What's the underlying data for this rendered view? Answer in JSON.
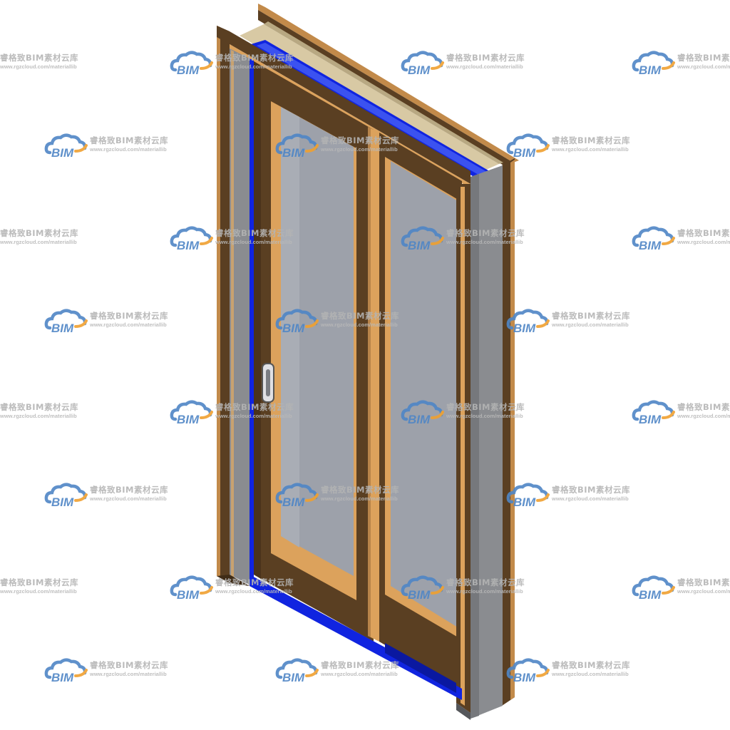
{
  "watermark": {
    "brand_cn": "睿格致BIM素材云库",
    "url": "www.rgzcloud.com/materiallib",
    "logo_text": "BIM",
    "logo_icon": "cloud-icon",
    "colors": {
      "logo_blue": "#4f86c6",
      "logo_orange": "#f0a030",
      "text_gray": "#b4b4b4"
    }
  },
  "colors": {
    "background": "#ffffff",
    "frame_brown": "#5a3f22",
    "frame_brown_dark": "#3f2c17",
    "trim_orange": "#dca25c",
    "glass_gray": "#9da1aa",
    "glass_gray_light": "#a9adb5",
    "seal_blue": "#1024e0",
    "side_gray": "#8a8c90",
    "top_beige": "#d8c9a4"
  }
}
